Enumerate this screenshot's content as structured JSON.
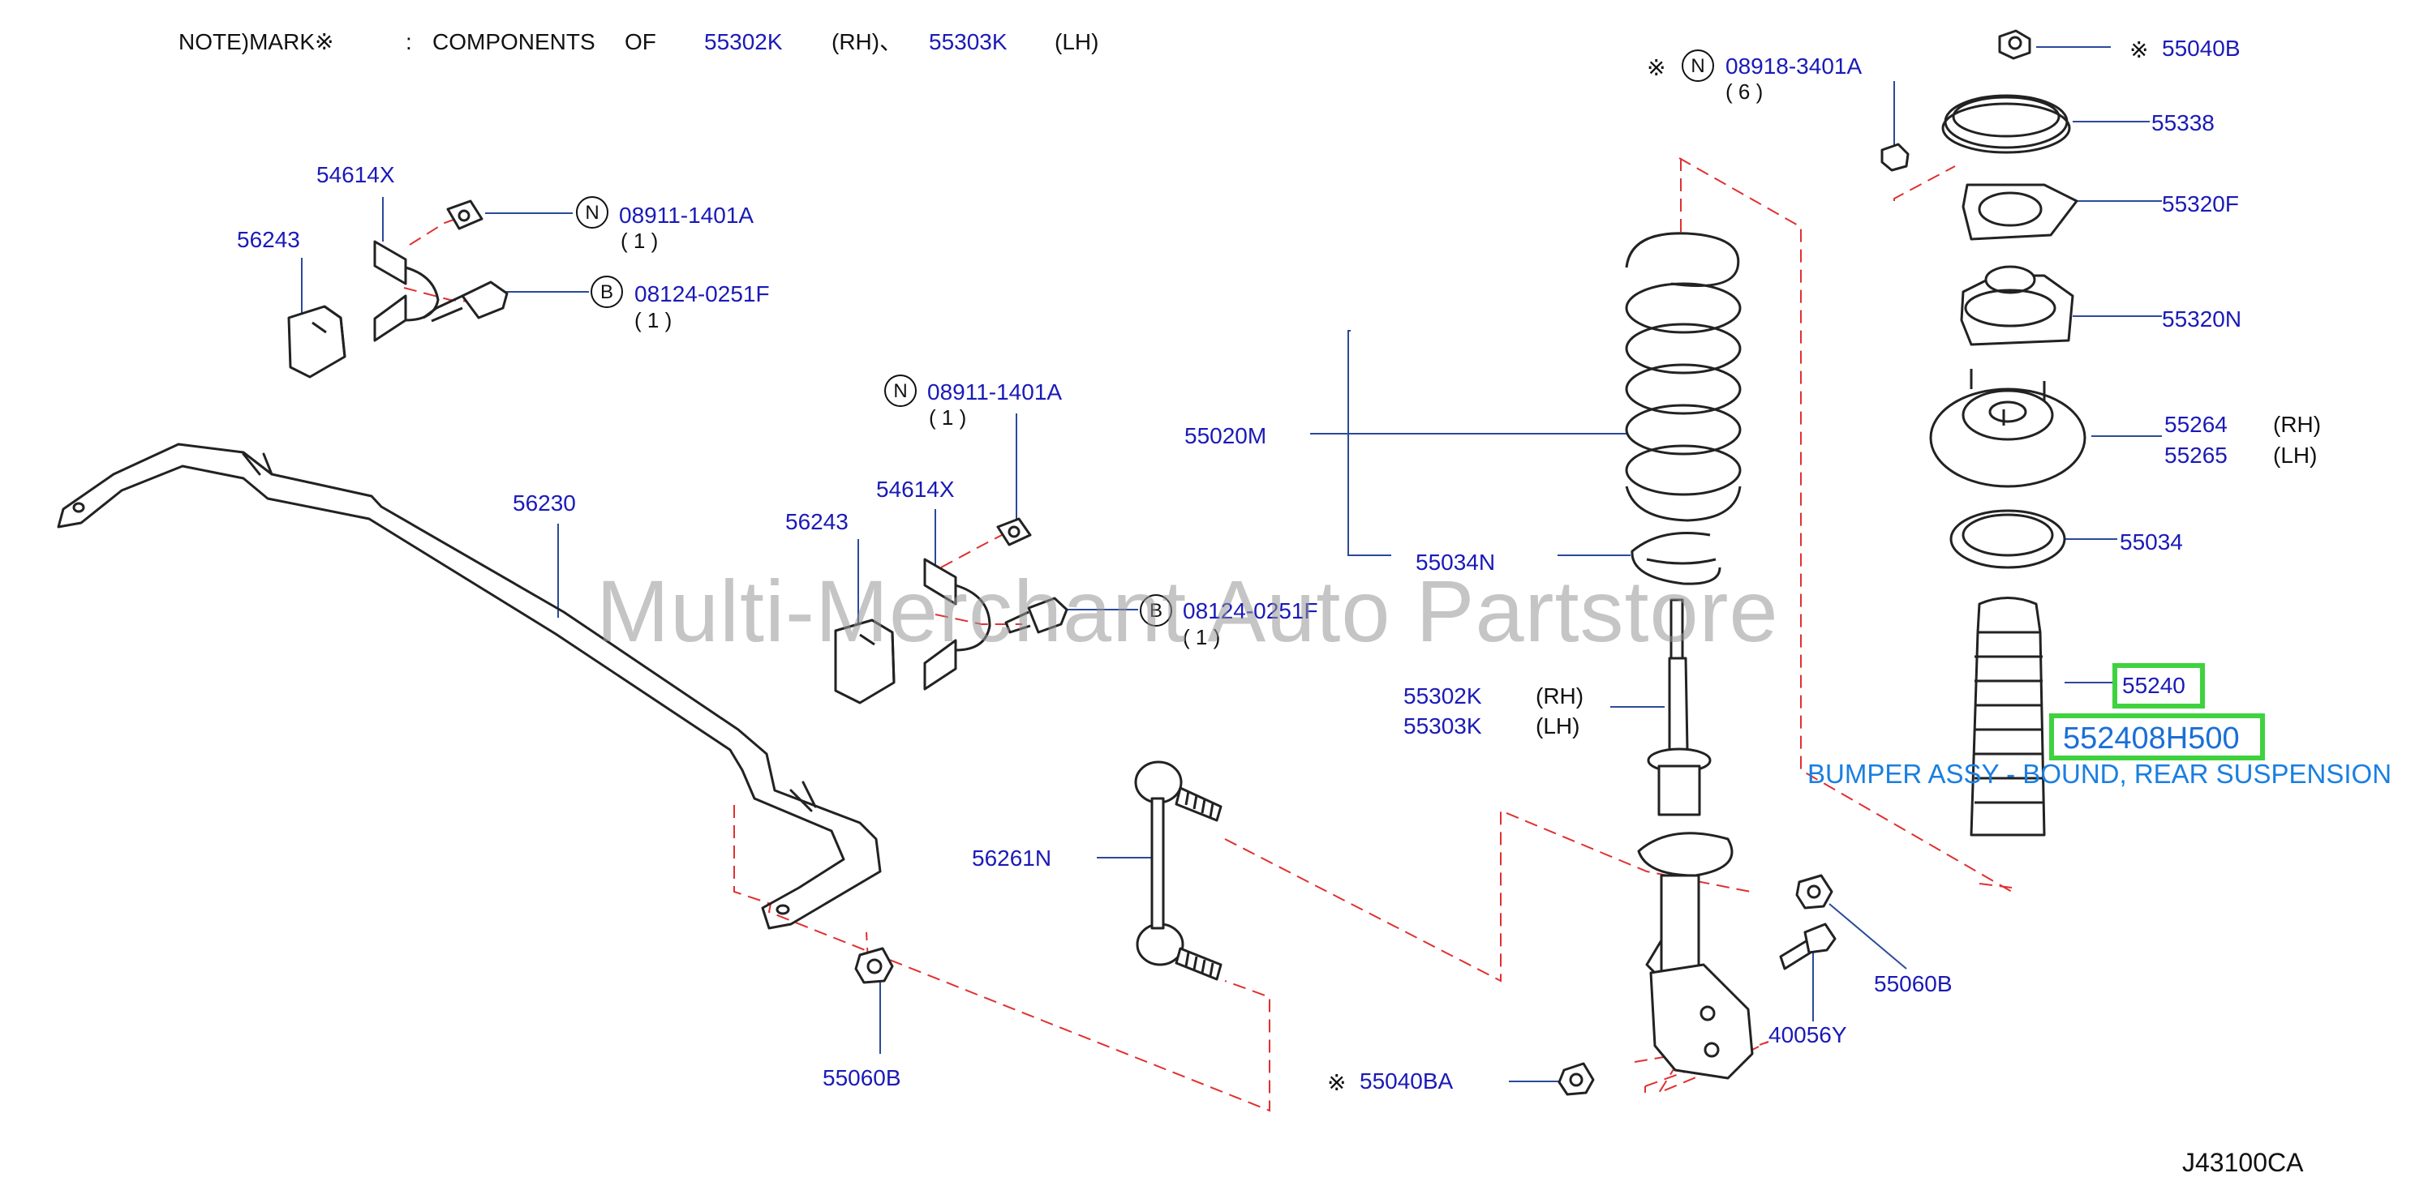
{
  "note": {
    "prefix": "NOTE)MARK※",
    "colon": ":",
    "components": "COMPONENTS",
    "of": "OF",
    "part_rh": "55302K",
    "rh": "(RH)、",
    "part_lh": "55303K",
    "lh": "(LH)"
  },
  "labels": {
    "p54614x_a": "54614X",
    "p56243_a": "56243",
    "n_a": "N",
    "p08911_a": "08911-1401A",
    "q1_a": "( 1 )",
    "b_a": "B",
    "p08124_a": "08124-0251F",
    "q1_b": "( 1 )",
    "n_b": "N",
    "p08911_b": "08911-1401A",
    "q1_c": "( 1 )",
    "p56230": "56230",
    "p54614x_b": "54614X",
    "p56243_b": "56243",
    "b_b": "B",
    "p08124_b": "08124-0251F",
    "q1_d": "( 1 )",
    "p56261n": "56261N",
    "p55060b_a": "55060B",
    "p55020m": "55020M",
    "p55034n": "55034N",
    "p55302k": "55302K",
    "rh_b": "(RH)",
    "p55303k": "55303K",
    "lh_b": "(LH)",
    "mark_a": "※",
    "n_c": "N",
    "p08918": "08918-3401A",
    "q6": "( 6 )",
    "mark_b": "※",
    "p55040b": "55040B",
    "p55338": "55338",
    "p55320f": "55320F",
    "p55320n": "55320N",
    "p55264": "55264",
    "rh_c": "(RH)",
    "p55265": "55265",
    "lh_c": "(LH)",
    "p55034": "55034",
    "p55240": "55240",
    "p55060b_b": "55060B",
    "p40056y": "40056Y",
    "mark_c": "※",
    "p55040ba": "55040BA",
    "diagram_code": "J43100CA"
  },
  "highlight": {
    "part_number": "552408H500",
    "caption": "BUMPER ASSY - BOUND, REAR SUSPENSION",
    "box_color": "#3fd23f",
    "text_color": "#1a6fd6"
  },
  "watermark": "Multi-Merchant Auto Partstore",
  "colors": {
    "part_number": "#1a1ab8",
    "leader_line": "#2a4a9a",
    "dashed_line": "#e03030",
    "drawing": "#222222"
  }
}
